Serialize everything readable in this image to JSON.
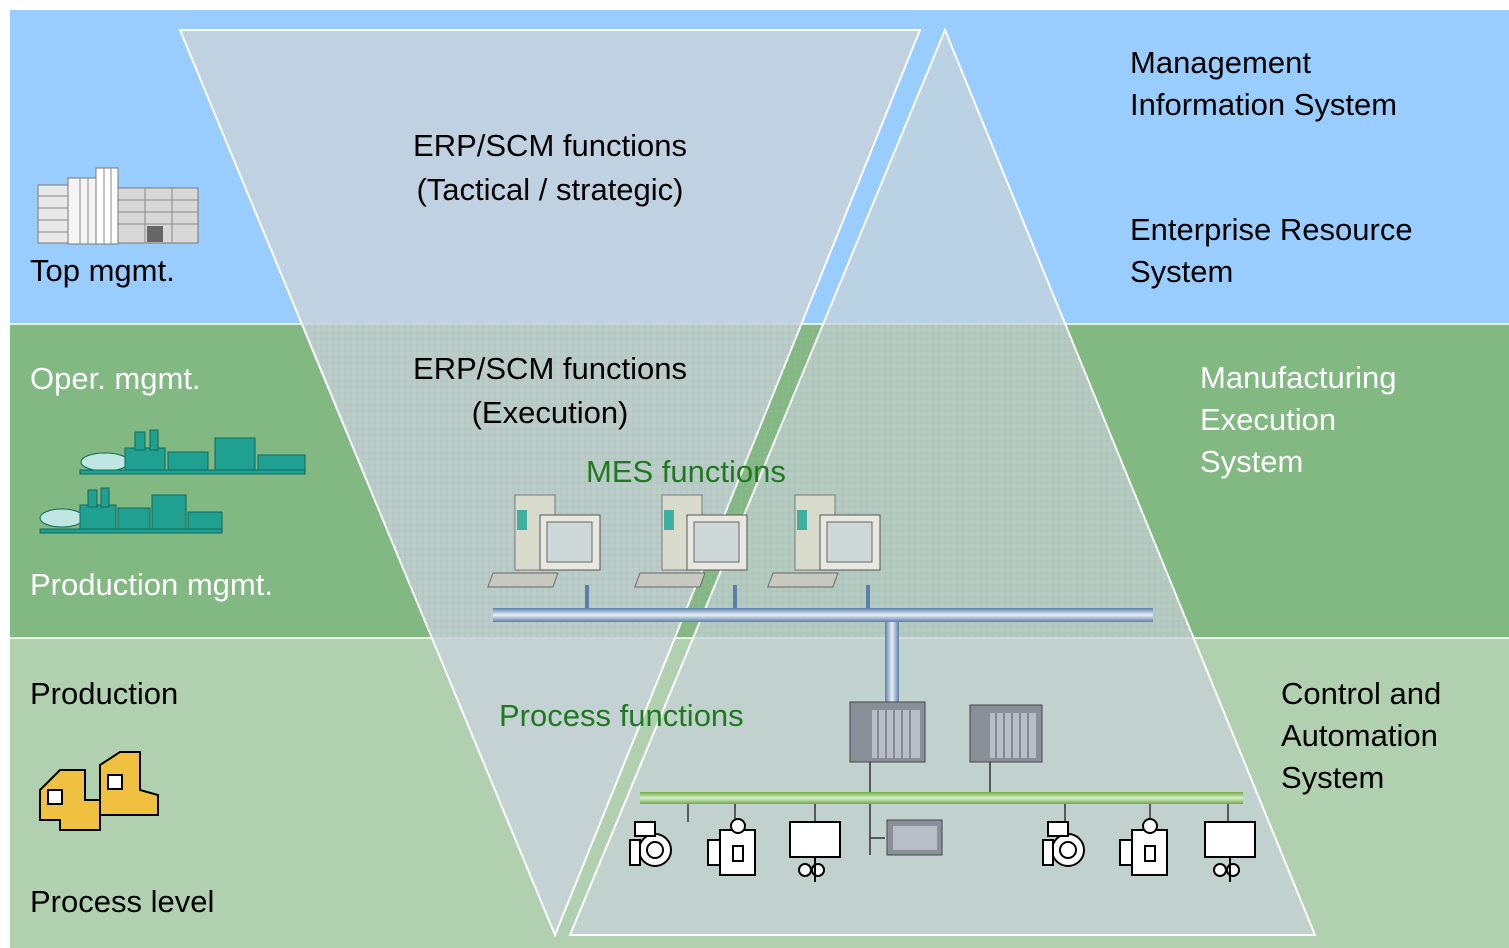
{
  "levels": {
    "top_mgmt": "Top mgmt.",
    "oper_mgmt": "Oper. mgmt.",
    "production_mgmt": "Production mgmt.",
    "production": "Production",
    "process_level": "Process level"
  },
  "functions": {
    "erp_tactical": "ERP/SCM functions\n(Tactical / strategic)",
    "erp_execution": "ERP/SCM functions\n(Execution)",
    "mes": "MES functions",
    "process": "Process functions"
  },
  "systems": {
    "mis": "Management\nInformation System",
    "erp": "Enterprise Resource\nSystem",
    "mes": "Manufacturing\nExecution\nSystem",
    "control": "Control and\nAutomation\nSystem"
  },
  "icons": {
    "top": "office-building-icon",
    "oper": "industrial-plant-icon",
    "production": "machine-tool-icon",
    "pc": "desktop-computer-icon",
    "plc": "plc-controller-icon",
    "field": "field-device-icon"
  },
  "colors": {
    "top_band": "#99ccff",
    "mid_band": "#82b882",
    "bottom_band": "#b0d0b0",
    "funnel": "#c8d2da",
    "label_green": "#1f7a1f"
  }
}
